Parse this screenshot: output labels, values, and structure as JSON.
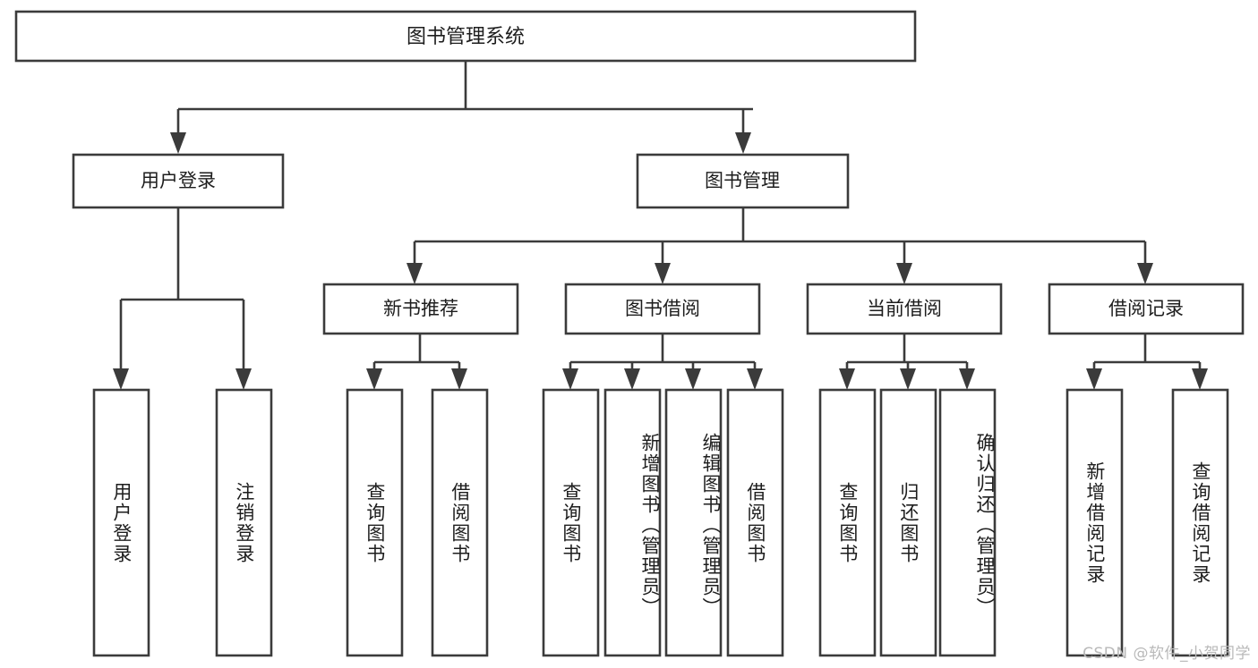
{
  "diagram": {
    "title": "图书管理系统",
    "watermark": "CSDN @软件_小贺同学",
    "colors": {
      "stroke": "#3b3b3b",
      "fill": "#ffffff",
      "text": "#1d1d1d",
      "watermark": "#b9b9b9"
    },
    "root": {
      "label": "图书管理系统"
    },
    "level1": [
      {
        "label": "用户登录"
      },
      {
        "label": "图书管理"
      }
    ],
    "level2": [
      {
        "label": "新书推荐"
      },
      {
        "label": "图书借阅"
      },
      {
        "label": "当前借阅"
      },
      {
        "label": "借阅记录"
      }
    ],
    "leaves": {
      "user_login": [
        {
          "label": "用户登录"
        },
        {
          "label": "注销登录"
        }
      ],
      "new_book_recommend": [
        {
          "label": "查询图书"
        },
        {
          "label": "借阅图书"
        }
      ],
      "book_borrow": [
        {
          "label": "查询图书"
        },
        {
          "label": "新增图书（管理员）"
        },
        {
          "label": "编辑图书（管理员）"
        },
        {
          "label": "借阅图书"
        }
      ],
      "current_borrow": [
        {
          "label": "查询图书"
        },
        {
          "label": "归还图书"
        },
        {
          "label": "确认归还（管理员）"
        }
      ],
      "borrow_record": [
        {
          "label": "新增借阅记录"
        },
        {
          "label": "查询借阅记录"
        }
      ]
    }
  },
  "chart_data": {
    "type": "tree",
    "title": "图书管理系统",
    "nodes": [
      {
        "id": "root",
        "label": "图书管理系统",
        "level": 0,
        "parent": null
      },
      {
        "id": "n1",
        "label": "用户登录",
        "level": 1,
        "parent": "root"
      },
      {
        "id": "n2",
        "label": "图书管理",
        "level": 1,
        "parent": "root"
      },
      {
        "id": "n1a",
        "label": "用户登录",
        "level": 2,
        "parent": "n1"
      },
      {
        "id": "n1b",
        "label": "注销登录",
        "level": 2,
        "parent": "n1"
      },
      {
        "id": "n2a",
        "label": "新书推荐",
        "level": 2,
        "parent": "n2"
      },
      {
        "id": "n2b",
        "label": "图书借阅",
        "level": 2,
        "parent": "n2"
      },
      {
        "id": "n2c",
        "label": "当前借阅",
        "level": 2,
        "parent": "n2"
      },
      {
        "id": "n2d",
        "label": "借阅记录",
        "level": 2,
        "parent": "n2"
      },
      {
        "id": "n2a1",
        "label": "查询图书",
        "level": 3,
        "parent": "n2a"
      },
      {
        "id": "n2a2",
        "label": "借阅图书",
        "level": 3,
        "parent": "n2a"
      },
      {
        "id": "n2b1",
        "label": "查询图书",
        "level": 3,
        "parent": "n2b"
      },
      {
        "id": "n2b2",
        "label": "新增图书（管理员）",
        "level": 3,
        "parent": "n2b"
      },
      {
        "id": "n2b3",
        "label": "编辑图书（管理员）",
        "level": 3,
        "parent": "n2b"
      },
      {
        "id": "n2b4",
        "label": "借阅图书",
        "level": 3,
        "parent": "n2b"
      },
      {
        "id": "n2c1",
        "label": "查询图书",
        "level": 3,
        "parent": "n2c"
      },
      {
        "id": "n2c2",
        "label": "归还图书",
        "level": 3,
        "parent": "n2c"
      },
      {
        "id": "n2c3",
        "label": "确认归还（管理员）",
        "level": 3,
        "parent": "n2c"
      },
      {
        "id": "n2d1",
        "label": "新增借阅记录",
        "level": 3,
        "parent": "n2d"
      },
      {
        "id": "n2d2",
        "label": "查询借阅记录",
        "level": 3,
        "parent": "n2d"
      }
    ]
  }
}
